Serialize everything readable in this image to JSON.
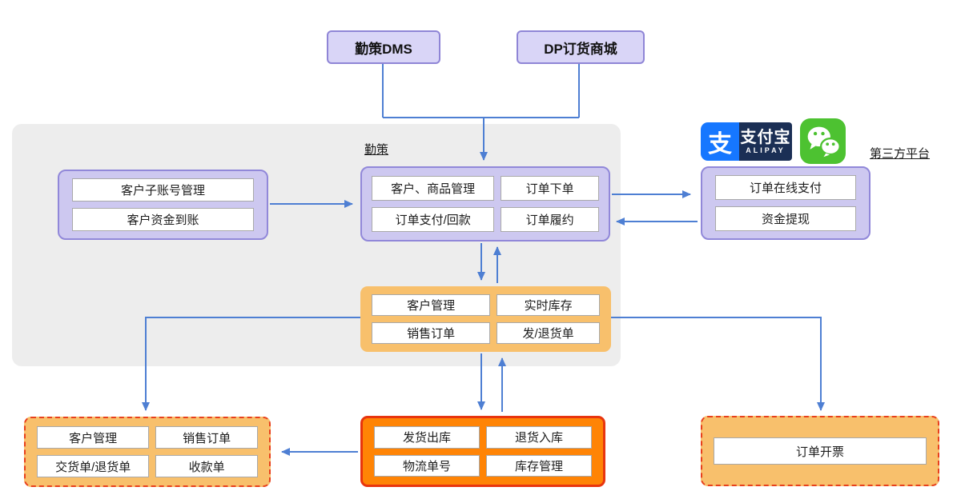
{
  "top": {
    "dms_label": "勤策DMS",
    "dp_label": "DP订货商城"
  },
  "qince": {
    "label": "勤策",
    "left_group": {
      "items": [
        "客户子账号管理",
        "客户资金到账"
      ]
    },
    "core_group": {
      "items": [
        "客户、商品管理",
        "订单下单",
        "订单支付/回款",
        "订单履约"
      ]
    },
    "mid_group": {
      "items": [
        "客户管理",
        "实时库存",
        "销售订单",
        "发/退货单"
      ]
    }
  },
  "third_party": {
    "label": "第三方平台",
    "alipay": {
      "glyph": "支",
      "name": "支付宝",
      "sub": "ALIPAY"
    },
    "items": [
      "订单在线支付",
      "资金提现"
    ]
  },
  "bottom": {
    "left_group": {
      "items": [
        "客户管理",
        "销售订单",
        "交货单/退货单",
        "收款单"
      ]
    },
    "center_group": {
      "items": [
        "发货出库",
        "退货入库",
        "物流单号",
        "库存管理"
      ]
    },
    "right_group": {
      "items": [
        "订单开票"
      ]
    }
  },
  "colors": {
    "arrow_blue": "#4e7fd3",
    "purple_border": "#9188d9",
    "purple_fill": "#cdc8f0",
    "purple_box_fill": "#d9d5f7",
    "gray_panel": "#ededed",
    "orange_fill": "#f8c06c",
    "orange_strong_fill": "#ff8405",
    "red_border": "#e8401c",
    "alipay_blue": "#1677ff",
    "alipay_navy": "#1b2f55",
    "wechat_green": "#4dc231"
  }
}
